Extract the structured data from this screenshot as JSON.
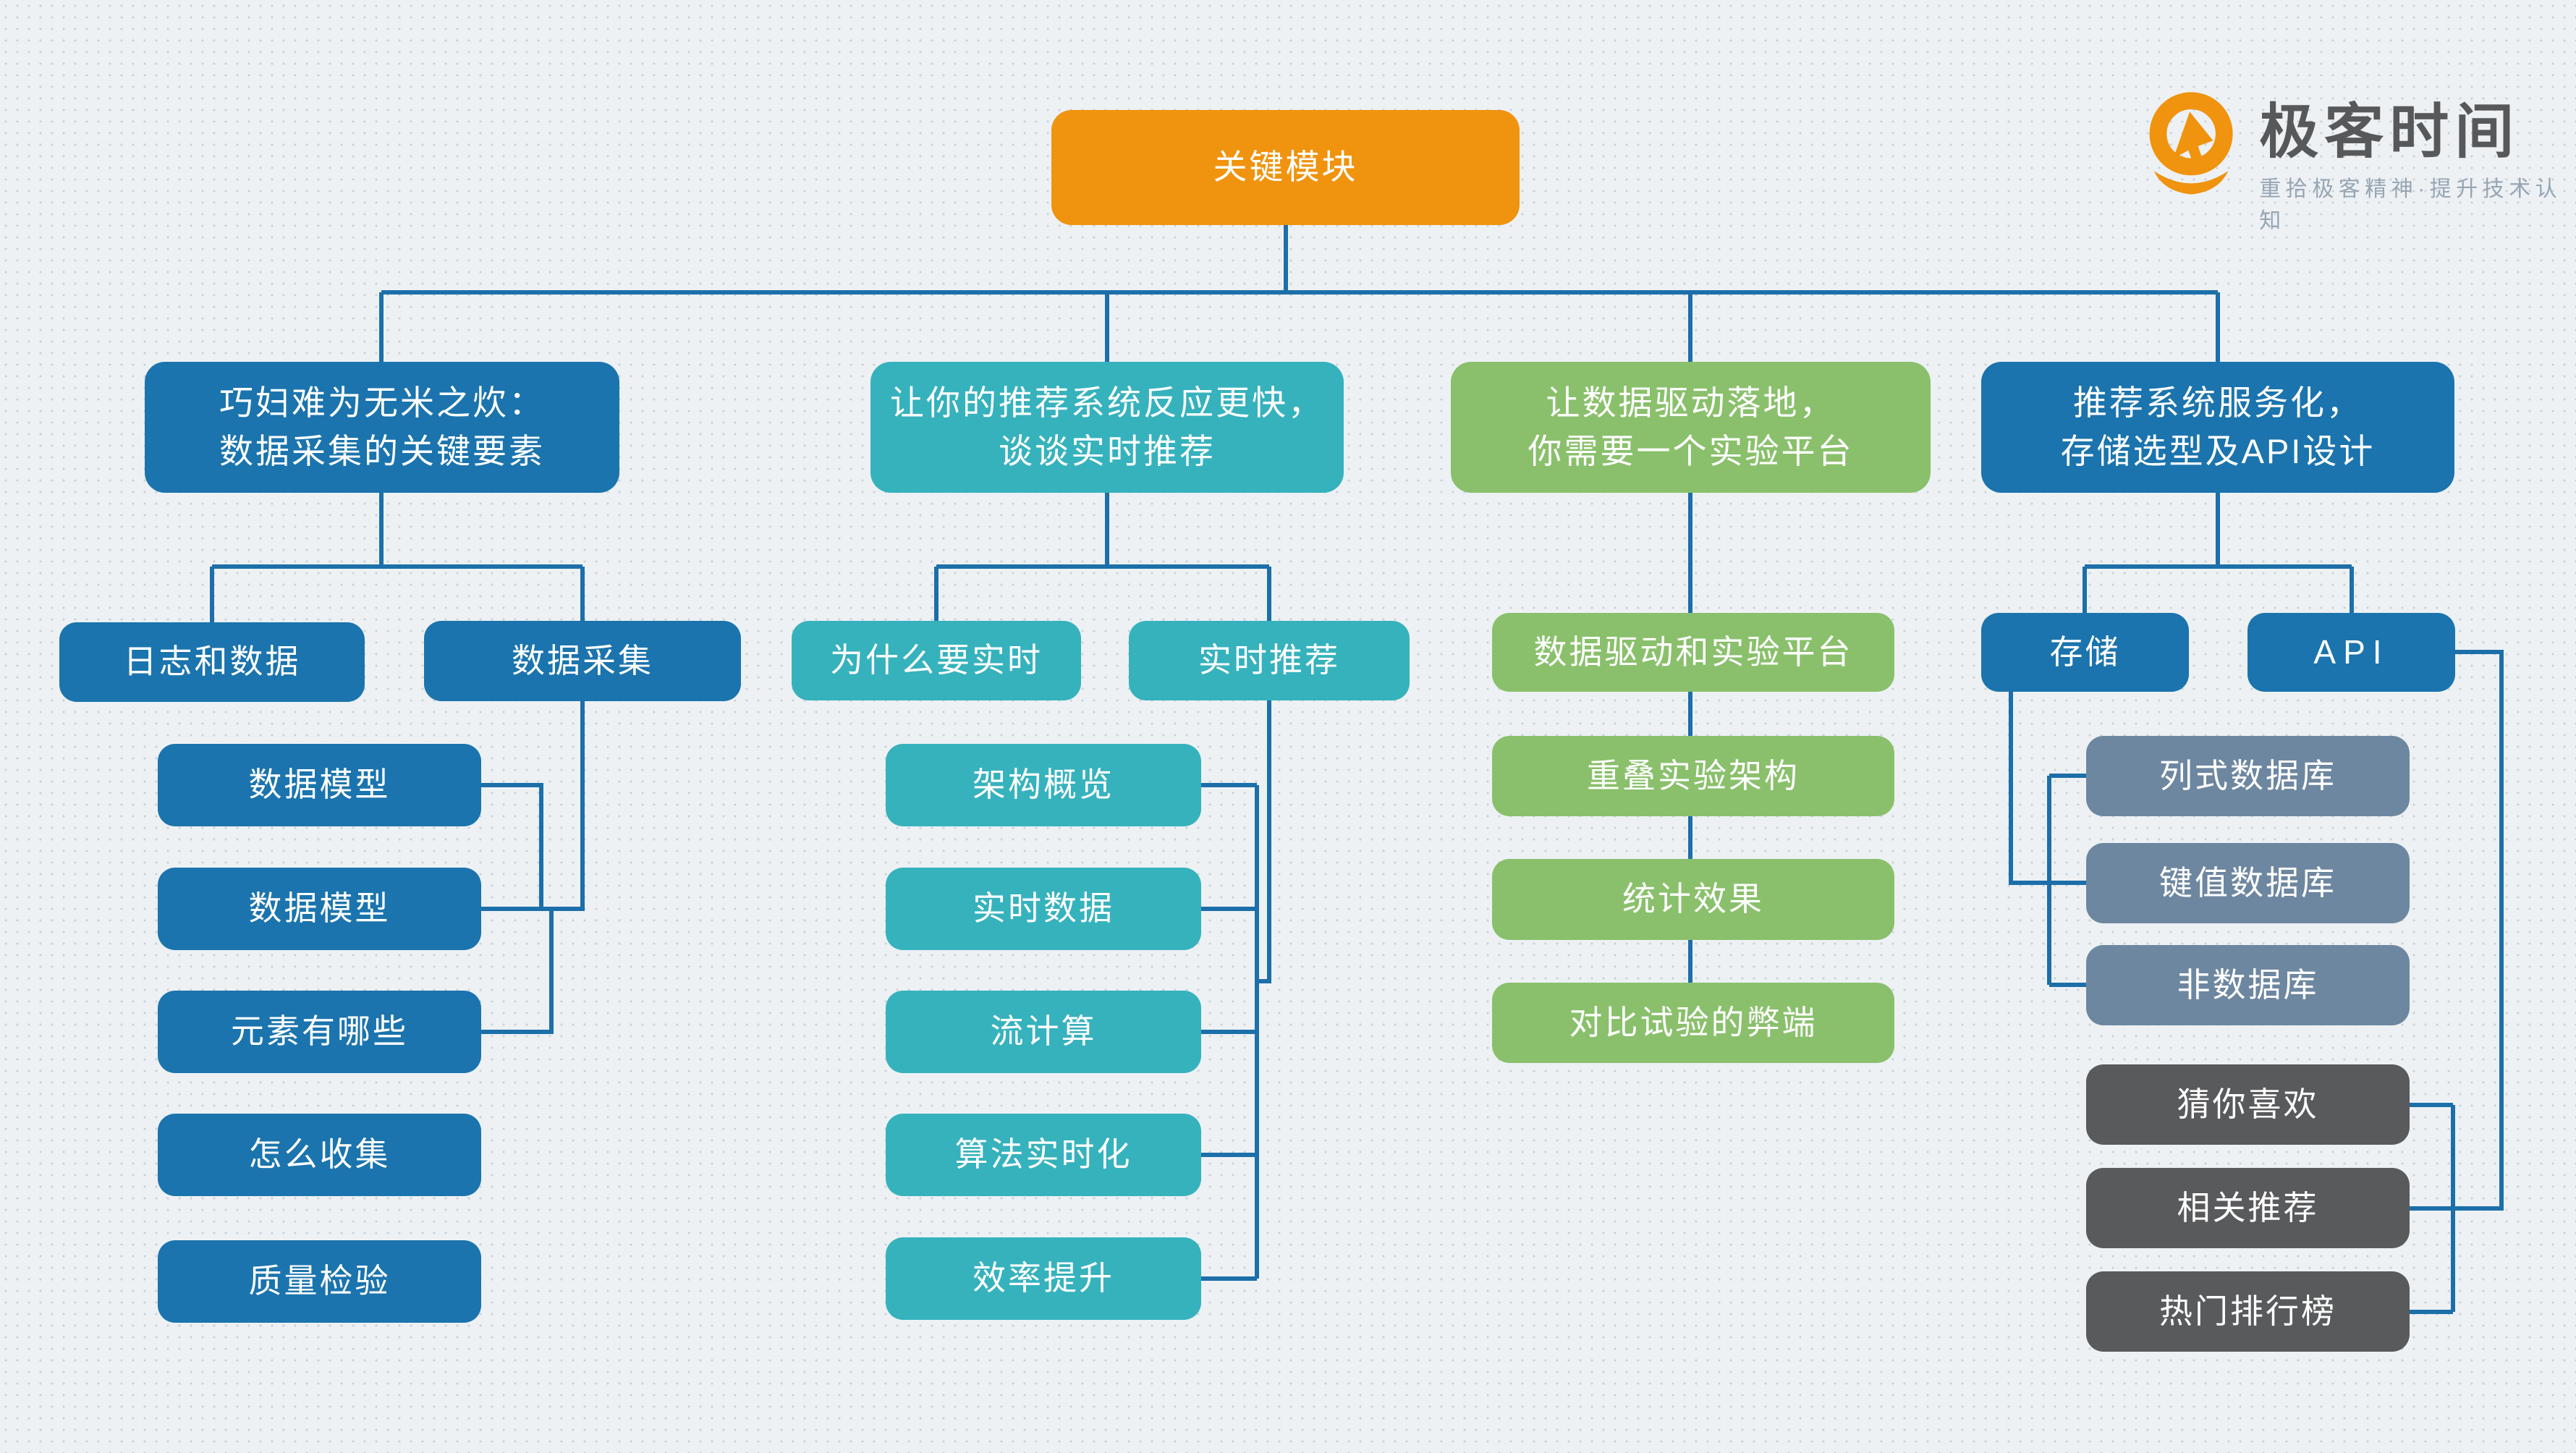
{
  "root": {
    "label": "关键模块"
  },
  "logo": {
    "title": "极客时间",
    "tagline": "重拾极客精神·提升技术认知"
  },
  "colors": {
    "background": "#edf1f4",
    "root_orange": "#f0930e",
    "blue": "#1b74ad",
    "teal": "#36b2bd",
    "green": "#8ac06c",
    "slate": "#6e87a0",
    "dark_gray": "#595a5c",
    "connector_blue": "#1c6fa9",
    "logo_text": "#57585a"
  },
  "branches": [
    {
      "title": "巧妇难为无米之炊：\n数据采集的关键要素",
      "children": [
        {
          "label": "日志和数据"
        },
        {
          "label": "数据采集"
        }
      ],
      "items": [
        "数据模型",
        "数据模型",
        "元素有哪些",
        "怎么收集",
        "质量检验"
      ]
    },
    {
      "title": "让你的推荐系统反应更快，\n谈谈实时推荐",
      "children": [
        {
          "label": "为什么要实时"
        },
        {
          "label": "实时推荐"
        }
      ],
      "items": [
        "架构概览",
        "实时数据",
        "流计算",
        "算法实时化",
        "效率提升"
      ]
    },
    {
      "title": "让数据驱动落地，\n你需要一个实验平台",
      "children": [
        {
          "label": "数据驱动和实验平台"
        }
      ],
      "items": [
        "重叠实验架构",
        "统计效果",
        "对比试验的弊端"
      ]
    },
    {
      "title": "推荐系统服务化，\n存储选型及API设计",
      "children": [
        {
          "label": "存储"
        },
        {
          "label": "API"
        }
      ],
      "storage_items": [
        "列式数据库",
        "键值数据库",
        "非数据库"
      ],
      "api_items": [
        "猜你喜欢",
        "相关推荐",
        "热门排行榜"
      ]
    }
  ]
}
